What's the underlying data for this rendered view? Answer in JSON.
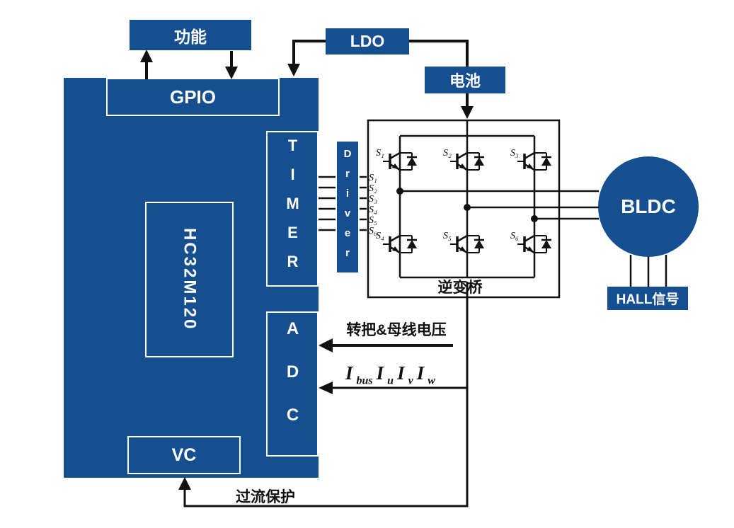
{
  "colors": {
    "primary_blue": "#164f90",
    "line_black": "#111111",
    "background": "#ffffff"
  },
  "mcu": {
    "chip": "HC32M120",
    "gpio": "GPIO",
    "timer": "TIMER",
    "adc": "ADC",
    "vc": "VC"
  },
  "peripherals": {
    "function": "功能",
    "ldo": "LDO",
    "battery": "电池",
    "driver": "Driver",
    "inverter_bridge": "逆变桥",
    "motor": "BLDC",
    "hall": "HALL信号"
  },
  "signals": {
    "throttle_bus_voltage": "转把&母线电压",
    "overcurrent_protection": "过流保护",
    "currents": [
      {
        "base": "I",
        "sub": "bus"
      },
      {
        "base": "I",
        "sub": "u"
      },
      {
        "base": "I",
        "sub": "v"
      },
      {
        "base": "I",
        "sub": "w"
      }
    ],
    "gate_labels": [
      "S₁",
      "S₂",
      "S₃",
      "S₄",
      "S₅",
      "S₆"
    ],
    "switch_labels_top": [
      "S₁",
      "S₂",
      "S₃"
    ],
    "switch_labels_bottom": [
      "S₄",
      "S₅",
      "S₆"
    ]
  }
}
